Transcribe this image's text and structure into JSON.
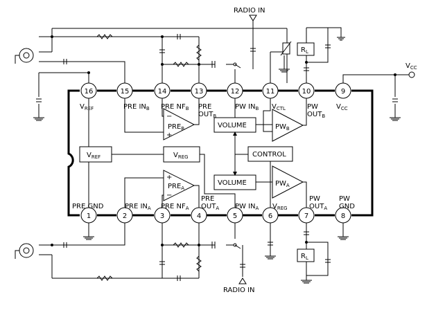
{
  "external": {
    "radio_in_top": "RADIO IN",
    "radio_in_bottom": "RADIO IN",
    "vcc_main": "V",
    "vcc_sub": "CC",
    "rl_main": "R",
    "rl_sub": "L"
  },
  "pins": [
    {
      "num": "16",
      "label": "V",
      "sub": "REF"
    },
    {
      "num": "15",
      "label": "PRE IN",
      "sub": "B"
    },
    {
      "num": "14",
      "label": "PRE NF",
      "sub": "B"
    },
    {
      "num": "13",
      "label": "PRE OUT",
      "sub": "B"
    },
    {
      "num": "12",
      "label": "PW IN",
      "sub": "B"
    },
    {
      "num": "11",
      "label": "V",
      "sub": "CTL"
    },
    {
      "num": "10",
      "label": "PW OUT",
      "sub": "B"
    },
    {
      "num": "9",
      "label": "V",
      "sub": "CC"
    },
    {
      "num": "1",
      "label": "PRE GND",
      "sub": ""
    },
    {
      "num": "2",
      "label": "PRE IN",
      "sub": "A"
    },
    {
      "num": "3",
      "label": "PRE NF",
      "sub": "A"
    },
    {
      "num": "4",
      "label": "PRE OUT",
      "sub": "A"
    },
    {
      "num": "5",
      "label": "PW IN",
      "sub": "A"
    },
    {
      "num": "6",
      "label": "V",
      "sub": "REG"
    },
    {
      "num": "7",
      "label": "PW OUT",
      "sub": "A"
    },
    {
      "num": "8",
      "label": "PW GND",
      "sub": ""
    }
  ],
  "blocks": {
    "vref": {
      "main": "V",
      "sub": "REF"
    },
    "vreg": {
      "main": "V",
      "sub": "REG"
    },
    "control": "CONTROL",
    "volume_b": "VOLUME",
    "volume_a": "VOLUME",
    "pre_b": {
      "main": "PRE",
      "sub": "B"
    },
    "pre_a": {
      "main": "PRE",
      "sub": "A"
    },
    "pw_b": {
      "main": "PW",
      "sub": "B"
    },
    "pw_a": {
      "main": "PW",
      "sub": "A"
    }
  },
  "signs": {
    "minus": "−",
    "plus": "+"
  }
}
